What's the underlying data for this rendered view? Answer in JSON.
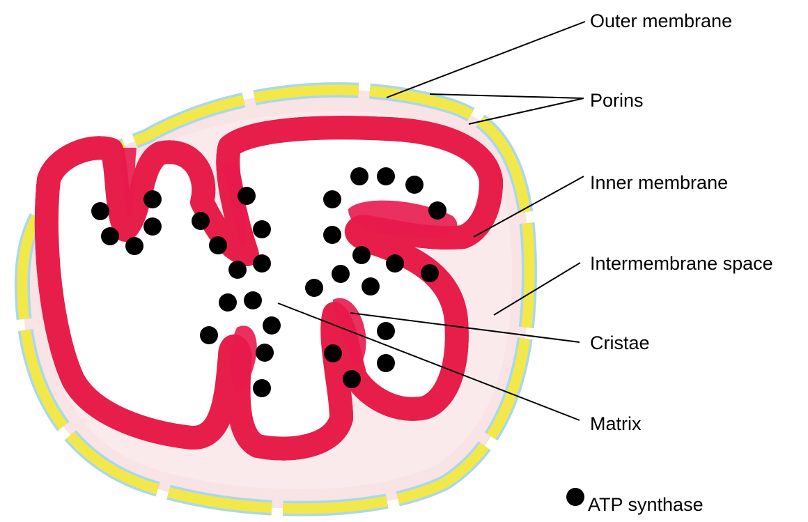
{
  "labels": {
    "outer_membrane": "Outer membrane",
    "porins": "Porins",
    "inner_membrane": "Inner membrane",
    "intermembrane_space": "Intermembrane space",
    "cristae": "Cristae",
    "matrix": "Matrix"
  },
  "legend": {
    "atp_synthase": "ATP synthase"
  },
  "colors": {
    "outer_membrane": "#f2e84a",
    "outer_membrane_edge": "#9fd3ec",
    "intermembrane_space": "#f6d9dc",
    "inner_membrane": "#e81e4a",
    "inner_membrane_fill": "#f3ec5c",
    "inner_membrane_edge": "#4caf50",
    "crista_space": "#e8194d",
    "atp_synthase": "#000000",
    "text": "#000000"
  }
}
